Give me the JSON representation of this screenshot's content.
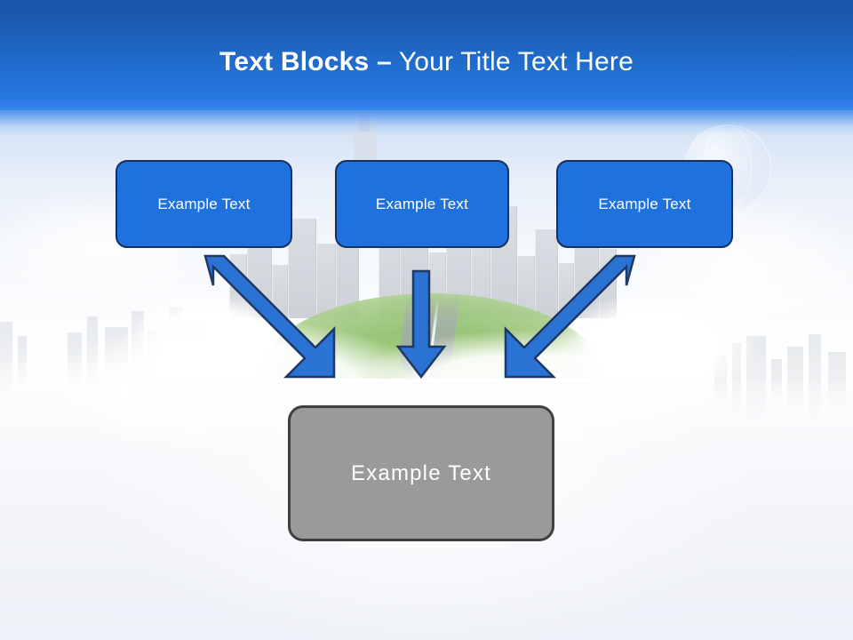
{
  "slide": {
    "title_bold": "Text Blocks –",
    "title_regular": " Your Title Text Here",
    "title_full": "Text Blocks – Your Title Text Here"
  },
  "colors": {
    "header_top": "#1a54a6",
    "header_bottom": "#2a7ae8",
    "box_blue_fill": "#1f72dd",
    "box_blue_border": "#16305e",
    "box_gray_fill": "#9a9a9a",
    "box_gray_border": "#3f3f3f",
    "arrow_fill": "#2a72d4",
    "arrow_border": "#1f3864",
    "title_text": "#ffffff",
    "background": "#eef1f7"
  },
  "boxes": {
    "top": [
      {
        "id": "box-1",
        "label": "Example Text"
      },
      {
        "id": "box-2",
        "label": "Example Text"
      },
      {
        "id": "box-3",
        "label": "Example Text"
      }
    ],
    "result": {
      "id": "box-result",
      "label": "Example Text"
    }
  },
  "arrows": [
    {
      "name": "arrow-left",
      "direction": "down-right",
      "from_box": "box-1",
      "to_box": "box-result"
    },
    {
      "name": "arrow-middle",
      "direction": "down",
      "from_box": "box-2",
      "to_box": "box-result"
    },
    {
      "name": "arrow-right",
      "direction": "down-left",
      "from_box": "box-3",
      "to_box": "box-result"
    }
  ],
  "background_art": {
    "scene": "city-skyline-on-green-hill-with-clouds",
    "elements": [
      "city-skyline",
      "green-hill",
      "road",
      "clouds",
      "globe",
      "mirrored-skyline"
    ]
  }
}
